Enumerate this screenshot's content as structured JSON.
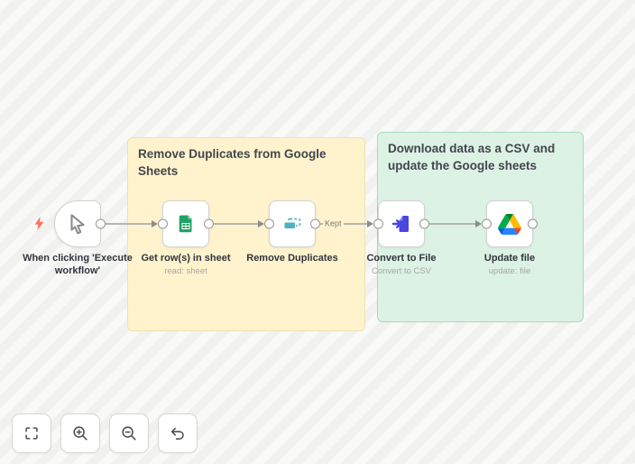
{
  "app": {
    "name": "workflow canvas"
  },
  "trigger": {
    "label": "When clicking 'Execute workflow'",
    "icon": "cursor-arrow-icon",
    "bolt_icon": "lightning-bolt-icon",
    "bolt_color": "#ff6d5a"
  },
  "stickies": [
    {
      "title": "Remove Duplicates from Google Sheets",
      "bg": "#fff3ce",
      "border": "#f0e2ad"
    },
    {
      "title": "Download data as a CSV and update the Google sheets",
      "bg": "#dcf2e5",
      "border": "#a5dabd"
    }
  ],
  "nodes": [
    {
      "name": "Get row(s) in sheet",
      "subtitle": "read: sheet",
      "icon": "google-sheets-icon",
      "icon_color": "#20a464"
    },
    {
      "name": "Remove Duplicates",
      "subtitle": "",
      "icon": "remove-duplicates-icon",
      "icon_color": "#4db1c3"
    },
    {
      "name": "Convert to File",
      "subtitle": "Convert to CSV",
      "icon": "convert-to-file-icon",
      "icon_color": "#4a46e0"
    },
    {
      "name": "Update file",
      "subtitle": "update: file",
      "icon": "google-drive-icon",
      "icon_color": "#2684fc"
    }
  ],
  "connections": {
    "kept_label": "Kept"
  },
  "toolbar": [
    {
      "icon": "fit-view-icon"
    },
    {
      "icon": "zoom-in-icon"
    },
    {
      "icon": "zoom-out-icon"
    },
    {
      "icon": "undo-icon"
    }
  ],
  "canvas": {
    "background": "#f8f8f7",
    "stripe": "#f1f1f0"
  }
}
